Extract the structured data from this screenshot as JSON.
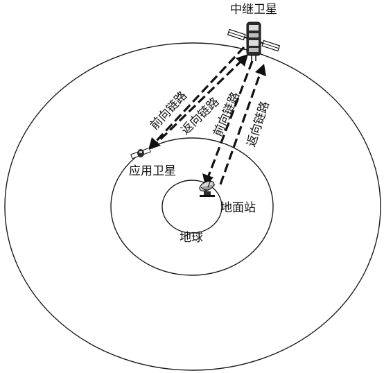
{
  "labels": {
    "relay_satellite": "中继卫星",
    "app_satellite": "应用卫星",
    "ground_station": "地面站",
    "earth": "地球",
    "forward_link_1": "前向链路",
    "return_link_1": "返向链路",
    "forward_link_2": "前向链路",
    "return_link_2": "返向链路"
  },
  "icons": {
    "relay": "satellite-icon",
    "app": "satellite-icon",
    "ground": "dish-antenna-icon"
  },
  "colors": {
    "line": "#111111",
    "background": "#ffffff"
  }
}
